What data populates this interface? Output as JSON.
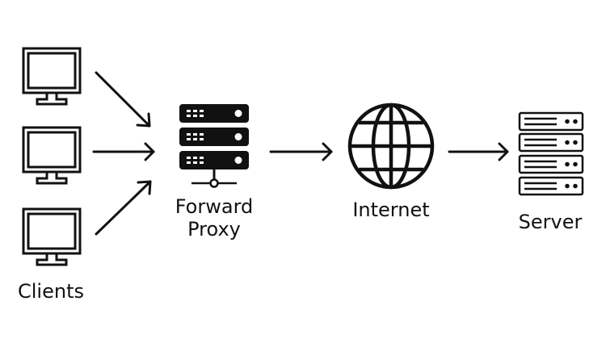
{
  "colors": {
    "ink": "#111111",
    "background": "#ffffff"
  },
  "nodes": {
    "clients": {
      "label": "Clients",
      "icon": "monitor-icon",
      "count": 3
    },
    "proxy": {
      "label_line1": "Forward",
      "label_line2": "Proxy",
      "icon": "server-rack-icon"
    },
    "internet": {
      "label": "Internet",
      "icon": "globe-icon"
    },
    "server": {
      "label": "Server",
      "icon": "server-tower-icon"
    }
  },
  "edges": [
    {
      "from": "client-1",
      "to": "proxy"
    },
    {
      "from": "client-2",
      "to": "proxy"
    },
    {
      "from": "client-3",
      "to": "proxy"
    },
    {
      "from": "proxy",
      "to": "internet"
    },
    {
      "from": "internet",
      "to": "server"
    }
  ]
}
